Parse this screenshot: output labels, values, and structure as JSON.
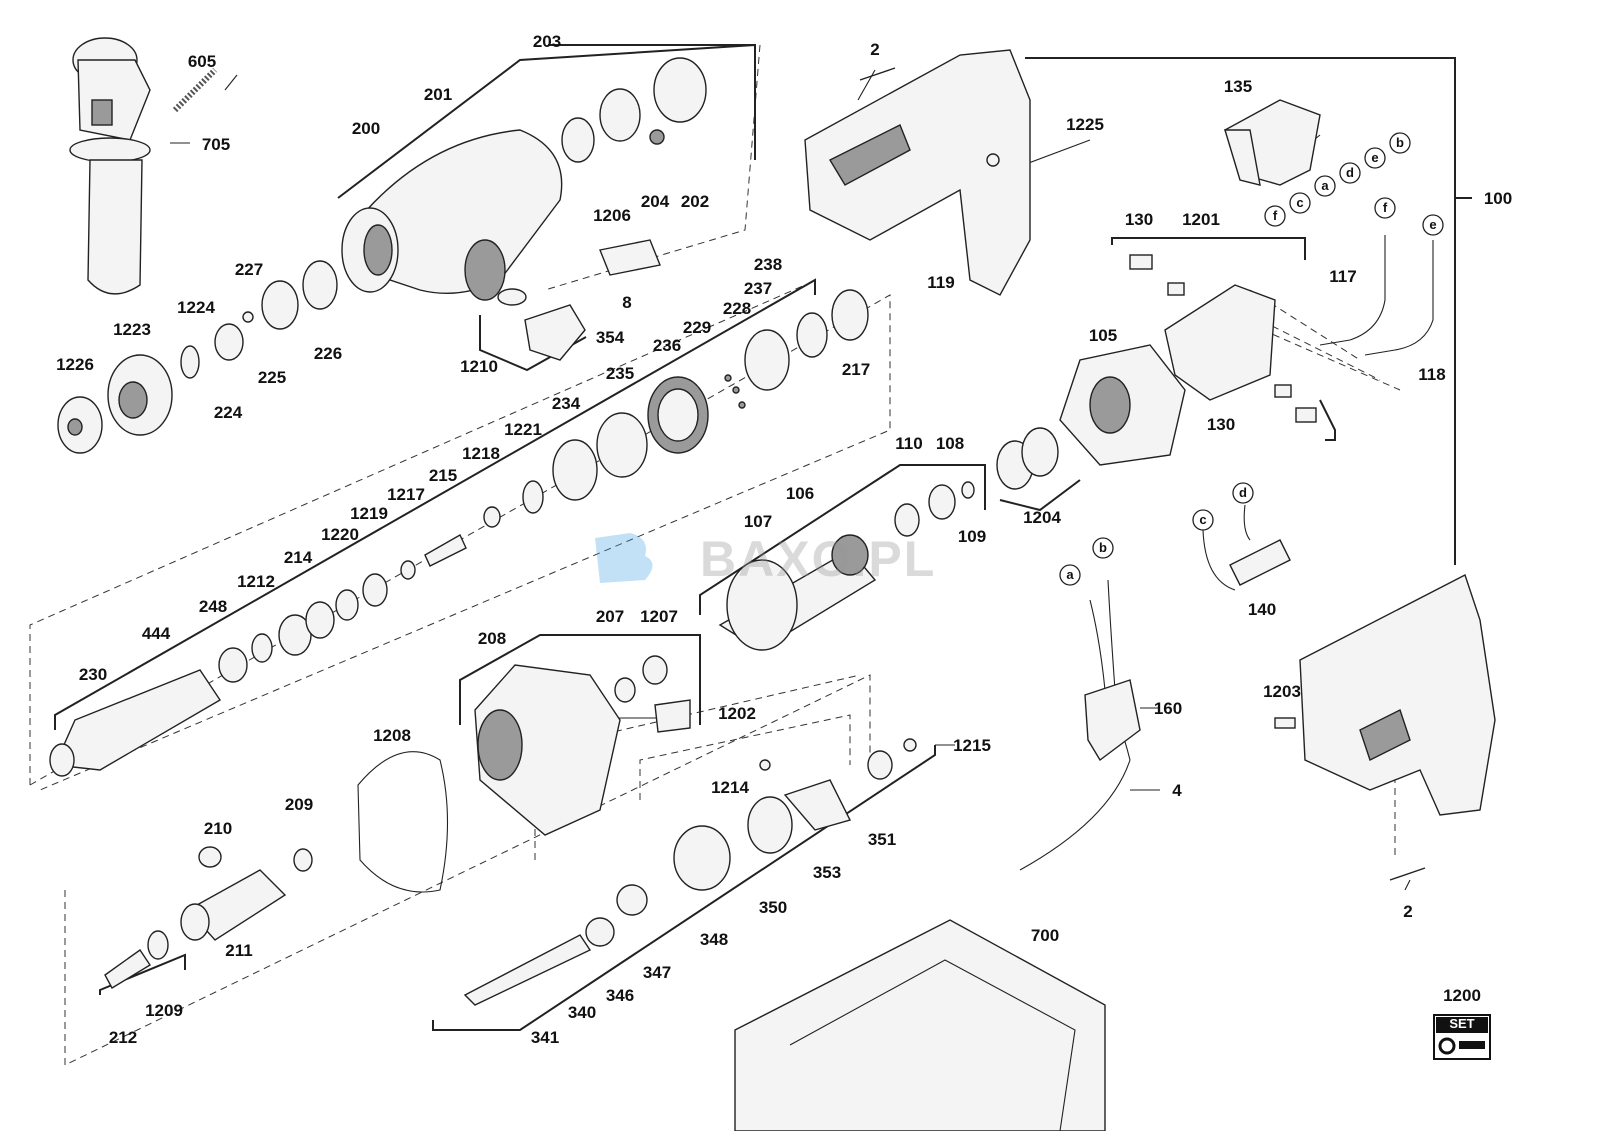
{
  "watermark": {
    "text": "BAXO.PL"
  },
  "set_badge": {
    "label": "SET"
  },
  "part_labels": [
    "605",
    "705",
    "203",
    "201",
    "200",
    "204",
    "202",
    "1206",
    "8",
    "354",
    "1210",
    "227",
    "226",
    "225",
    "1224",
    "224",
    "1223",
    "1226",
    "2",
    "1225",
    "119",
    "135",
    "100",
    "130",
    "1201",
    "117",
    "118",
    "105",
    "130",
    "238",
    "237",
    "228",
    "229",
    "236",
    "235",
    "217",
    "234",
    "1221",
    "1218",
    "215",
    "1217",
    "1219",
    "1220",
    "214",
    "1212",
    "248",
    "444",
    "230",
    "110",
    "108",
    "109",
    "1204",
    "106",
    "107",
    "140",
    "160",
    "4",
    "208",
    "207",
    "1207",
    "1202",
    "1208",
    "209",
    "210",
    "211",
    "212",
    "1209",
    "1214",
    "1215",
    "353",
    "351",
    "350",
    "348",
    "347",
    "346",
    "340",
    "341",
    "1203",
    "2",
    "700",
    "1200"
  ],
  "wire_letters": [
    "b",
    "a",
    "d",
    "e",
    "c",
    "f",
    "f",
    "e",
    "c",
    "d",
    "a",
    "b"
  ]
}
